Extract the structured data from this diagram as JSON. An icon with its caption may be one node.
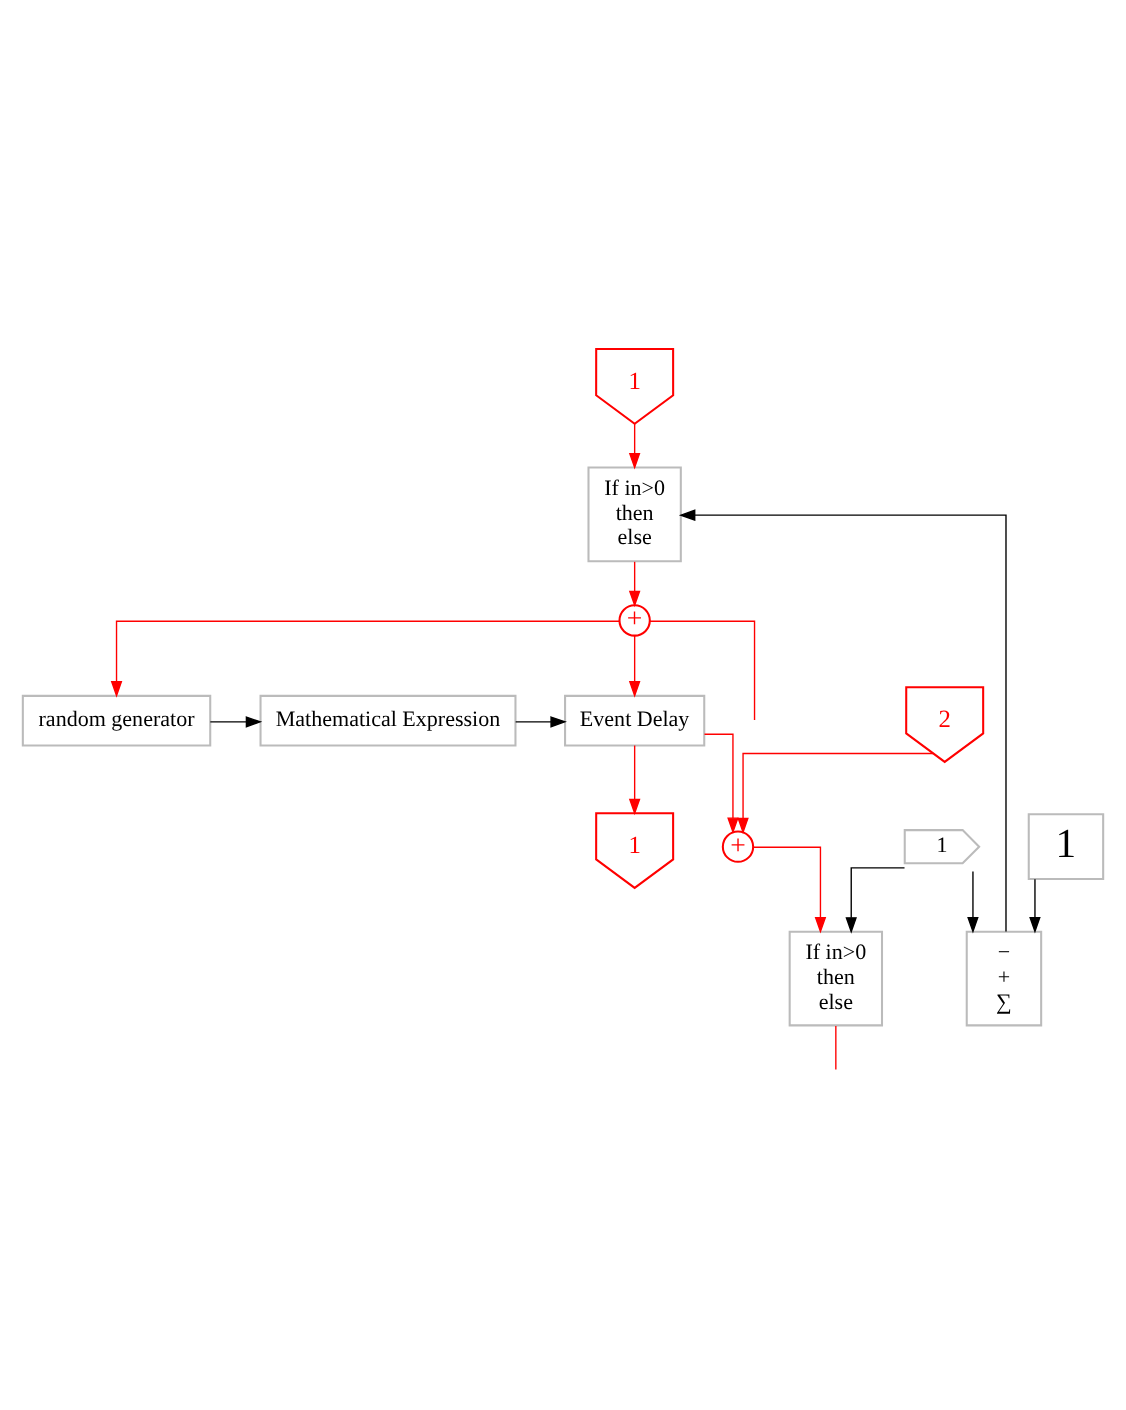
{
  "diagram": {
    "nodes": [
      {
        "text": [
          "1"
        ]
      },
      {
        "text": [
          "If in>0",
          "then",
          "else"
        ]
      },
      {
        "text": [
          "+"
        ]
      },
      {
        "text": [
          "random generator"
        ]
      },
      {
        "text": [
          "Mathematical Expression"
        ]
      },
      {
        "text": [
          "Event Delay"
        ]
      },
      {
        "text": [
          "2"
        ]
      },
      {
        "text": [
          "+"
        ]
      },
      {
        "text": [
          "1"
        ]
      },
      {
        "text": [
          "1"
        ]
      },
      {
        "text": [
          "−",
          "+",
          "∑"
        ]
      },
      {
        "text": [
          "1"
        ]
      },
      {
        "text": [
          "If in>0",
          "then",
          "else"
        ]
      }
    ],
    "edges": [
      {
        "from": 0,
        "to": 1,
        "arrow": "to"
      },
      {
        "from": 1,
        "to": 2,
        "arrow": "to"
      },
      {
        "from": 2,
        "to": null,
        "arrow": "none"
      },
      {
        "from": 2,
        "to": 3,
        "arrow": "to"
      },
      {
        "from": 2,
        "to": 5,
        "arrow": "to"
      },
      {
        "from": 3,
        "to": 4,
        "arrow": "to",
        "color": "#000000"
      },
      {
        "from": 4,
        "to": 5,
        "arrow": "to",
        "color": "#000000"
      },
      {
        "from": 5,
        "to": 7,
        "arrow": "to"
      },
      {
        "from": 5,
        "to": 8,
        "arrow": "to"
      },
      {
        "from": 6,
        "to": 7,
        "arrow": "to"
      },
      {
        "from": 7,
        "to": 12,
        "arrow": "to"
      },
      {
        "from": 12,
        "to": null,
        "arrow": "none"
      },
      {
        "from": 9,
        "to": 10,
        "arrow": "to",
        "color": "#000000"
      },
      {
        "from": 11,
        "to": 10,
        "arrow": "to",
        "color": "#000000"
      },
      {
        "from": 11,
        "to": 12,
        "arrow": "to",
        "color": "#000000"
      },
      {
        "from": 10,
        "to": 1,
        "arrow": "to",
        "color": "#000000"
      }
    ]
  }
}
